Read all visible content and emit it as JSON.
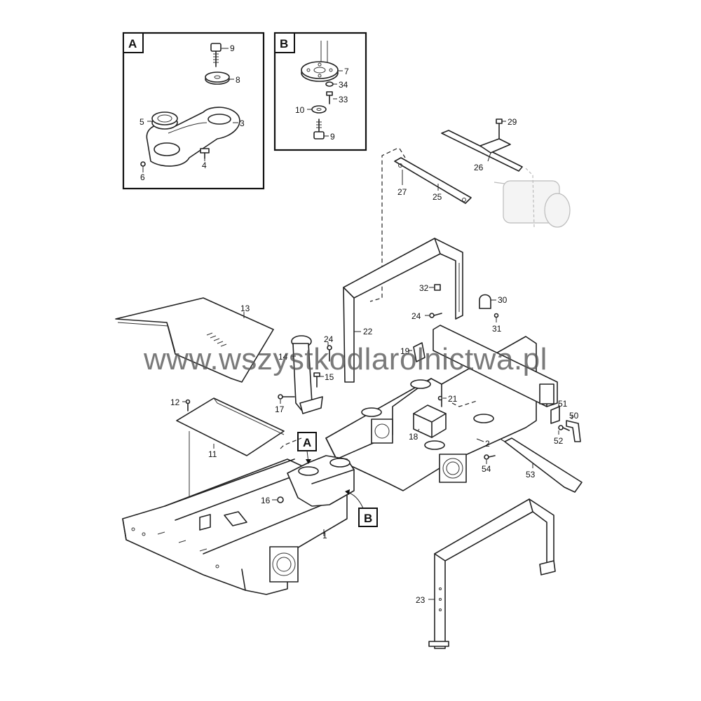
{
  "watermark": "www.wszystkodlarolnictwa.pl",
  "insets": {
    "A": {
      "tag": "A"
    },
    "B": {
      "tag": "B"
    }
  },
  "callouts": {
    "A": "A",
    "B": "B"
  },
  "labels": {
    "p1": "1",
    "p2": "2",
    "p3": "3",
    "p4": "4",
    "p5": "5",
    "p6": "6",
    "p7": "7",
    "p8": "8",
    "p9a": "9",
    "p9b": "9",
    "p10": "10",
    "p11": "11",
    "p12": "12",
    "p13": "13",
    "p14": "14",
    "p15": "15",
    "p16": "16",
    "p17": "17",
    "p18": "18",
    "p19": "19",
    "p21": "21",
    "p22": "22",
    "p23": "23",
    "p24a": "24",
    "p24b": "24",
    "p25": "25",
    "p26": "26",
    "p27": "27",
    "p29": "29",
    "p30": "30",
    "p31": "31",
    "p32": "32",
    "p33": "33",
    "p34": "34",
    "p50": "50",
    "p51": "51",
    "p52": "52",
    "p53": "53",
    "p54": "54"
  },
  "colors": {
    "line": "#222222",
    "background": "#ffffff",
    "ghost": "#bbbbbb"
  }
}
